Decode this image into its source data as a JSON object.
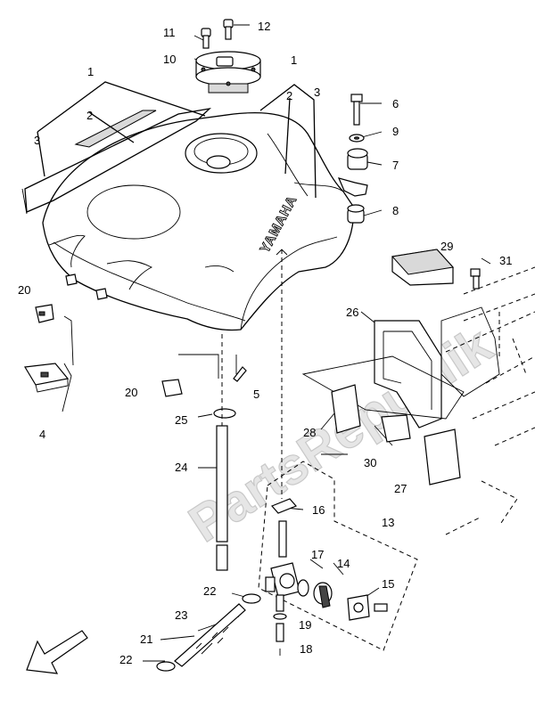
{
  "watermark": "PartsRepublik",
  "tank_brand": "YAMAHA",
  "callouts": {
    "c1a": "1",
    "c1b": "1",
    "c2a": "2",
    "c2b": "2",
    "c3a": "3",
    "c3b": "3",
    "c4": "4",
    "c5": "5",
    "c6": "6",
    "c7": "7",
    "c8": "8",
    "c9": "9",
    "c10": "10",
    "c11": "11",
    "c12": "12",
    "c13": "13",
    "c14": "14",
    "c15": "15",
    "c16": "16",
    "c17": "17",
    "c18": "18",
    "c19": "19",
    "c20a": "20",
    "c20b": "20",
    "c21": "21",
    "c22a": "22",
    "c22b": "22",
    "c23": "23",
    "c24": "24",
    "c25": "25",
    "c26": "26",
    "c27": "27",
    "c28": "28",
    "c29": "29",
    "c30": "30",
    "c31": "31"
  }
}
